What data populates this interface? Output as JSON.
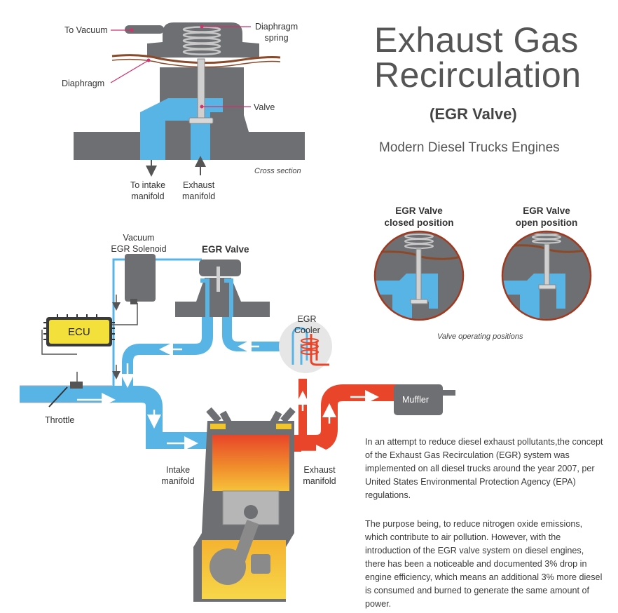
{
  "title": {
    "line1": "Exhaust Gas",
    "line2": "Recirculation",
    "subtitle": "(EGR Valve)",
    "tagline": "Modern Diesel Trucks Engines"
  },
  "cross_section": {
    "to_vacuum": "To Vacuum",
    "diaphragm_spring_1": "Diaphragm",
    "diaphragm_spring_2": "spring",
    "diaphragm": "Diaphragm",
    "valve": "Valve",
    "caption": "Cross section",
    "to_intake_1": "To intake",
    "to_intake_2": "manifold",
    "exhaust_manifold_1": "Exhaust",
    "exhaust_manifold_2": "manifold"
  },
  "positions": {
    "closed_1": "EGR Valve",
    "closed_2": "closed position",
    "open_1": "EGR Valve",
    "open_2": "open position",
    "caption": "Valve operating positions"
  },
  "system": {
    "solenoid_1": "Vacuum",
    "solenoid_2": "EGR Solenoid",
    "egr_valve": "EGR Valve",
    "ecu": "ECU",
    "cooler_1": "EGR",
    "cooler_2": "Cooler",
    "throttle": "Throttle",
    "muffler": "Muffler",
    "intake_1": "Intake",
    "intake_2": "manifold",
    "exhaust_1": "Exhaust",
    "exhaust_2": "manifold"
  },
  "text": {
    "para1": "In an attempt to reduce diesel exhaust pollutants,the concept of the Exhaust Gas Recirculation (EGR) system was implemented on all diesel trucks around the year 2007, per United States Environmental Protection Agency (EPA) regulations.",
    "para2": "The purpose being, to reduce nitrogen oxide emissions, which contribute to air pollution. However, with the introduction of the EGR valve system on diesel engines, there has been a noticeable and documented 3% drop in engine efficiency, which means an additional 3% more diesel is consumed and burned to generate the same amount of power."
  },
  "colors": {
    "metal": "#6e6f72",
    "gas_blue": "#59b4e6",
    "exhaust_red": "#e8452a",
    "ecu_yellow": "#f4e03a",
    "engine_yellow": "#f2c52d",
    "text": "#3a3a3a"
  }
}
